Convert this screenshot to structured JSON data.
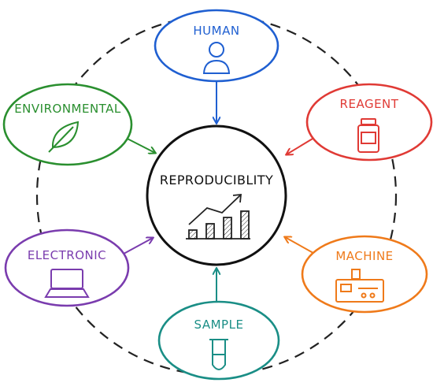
{
  "center": {
    "label": "REPRODUCIBLITY"
  },
  "nodes": [
    {
      "id": "human",
      "label": "HUMAN",
      "color": "#1f5fd1",
      "icon": "person-icon"
    },
    {
      "id": "reagent",
      "label": "REAGENT",
      "color": "#e03a35",
      "icon": "bottle-icon"
    },
    {
      "id": "machine",
      "label": "MACHINE",
      "color": "#ef7a1a",
      "icon": "machine-icon"
    },
    {
      "id": "sample",
      "label": "SAMPLE",
      "color": "#1a8e86",
      "icon": "test-tube-icon"
    },
    {
      "id": "electronic",
      "label": "ELECTRONIC",
      "color": "#7a3cae",
      "icon": "laptop-icon"
    },
    {
      "id": "environmental",
      "label": "ENVIRONMENTAL",
      "color": "#2a8f2f",
      "icon": "leaf-icon"
    }
  ],
  "colors": {
    "center": "#111111",
    "dashed_ring": "#222222",
    "chart_icon": "#222222"
  }
}
